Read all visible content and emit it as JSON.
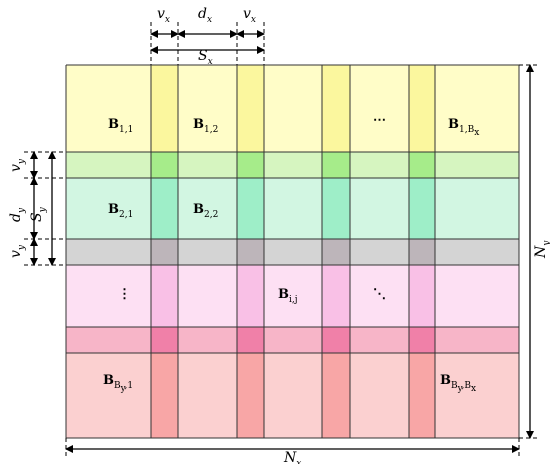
{
  "colors": {
    "row_bands": [
      "#fffdc8",
      "#d6f5c0",
      "#d2f6e2",
      "#d4d4d4",
      "#fde0f3",
      "#f7b5c8",
      "#fbd0d0"
    ],
    "col_strips": [
      "#fbf79e",
      "#a6ec8a",
      "#9eeec8",
      "#bdb5ba",
      "#f9c0e6",
      "#f080a8",
      "#f8a6a6"
    ],
    "grid_lines": "#333333",
    "dashed": "#000000"
  },
  "blocks": [
    {
      "main": "B",
      "sub": "1,1"
    },
    {
      "main": "B",
      "sub": "1,2"
    },
    {
      "main": "⋯",
      "sub": ""
    },
    {
      "main": "B",
      "sub": "1,",
      "sub2": "B",
      "sub2s": "x"
    },
    {
      "main": "B",
      "sub": "2,1"
    },
    {
      "main": "B",
      "sub": "2,2"
    },
    {
      "main": "⋮",
      "sub": ""
    },
    {
      "main": "B",
      "sub": "i,j"
    },
    {
      "main": "⋱",
      "sub": ""
    },
    {
      "main": "B",
      "sub": "B",
      "subsub": "y",
      "tail": ",1"
    },
    {
      "main": "B",
      "sub": "B",
      "subsub": "y",
      "tail": ",",
      "sub2": "B",
      "sub2s": "x"
    }
  ],
  "dimensions": {
    "vx_left": {
      "var": "v",
      "sub": "x"
    },
    "dx": {
      "var": "d",
      "sub": "x"
    },
    "vx_right": {
      "var": "v",
      "sub": "x"
    },
    "Sx": {
      "var": "S",
      "sub": "x"
    },
    "vy_top": {
      "var": "v",
      "sub": "y"
    },
    "dy": {
      "var": "d",
      "sub": "y"
    },
    "vy_bottom": {
      "var": "v",
      "sub": "y"
    },
    "Sy": {
      "var": "S",
      "sub": "y"
    },
    "Ny": {
      "var": "N",
      "sub": "y"
    },
    "Nx": {
      "var": "N",
      "sub": "x"
    }
  }
}
